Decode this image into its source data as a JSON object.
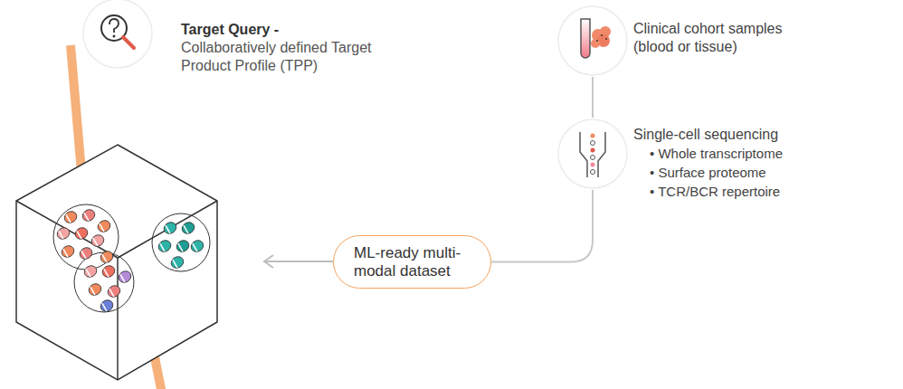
{
  "diagram": {
    "nodes": [
      {
        "text": [
          "Target Query -",
          "Collaboratively defined Target Product Profile (TPP)"
        ]
      },
      {
        "text": [
          "Clinical cohort samples (blood or tissue)"
        ]
      },
      {
        "text": [
          "Single-cell sequencing",
          "• Whole transcriptome",
          "• Surface proteome",
          "• TCR/BCR repertoire"
        ]
      },
      {
        "text": [
          "ML-ready multi-modal dataset"
        ]
      }
    ],
    "edges": [
      {
        "from": 1,
        "to": 2,
        "arrow": "none"
      },
      {
        "from": 2,
        "to": 3,
        "arrow": "none"
      }
    ]
  }
}
